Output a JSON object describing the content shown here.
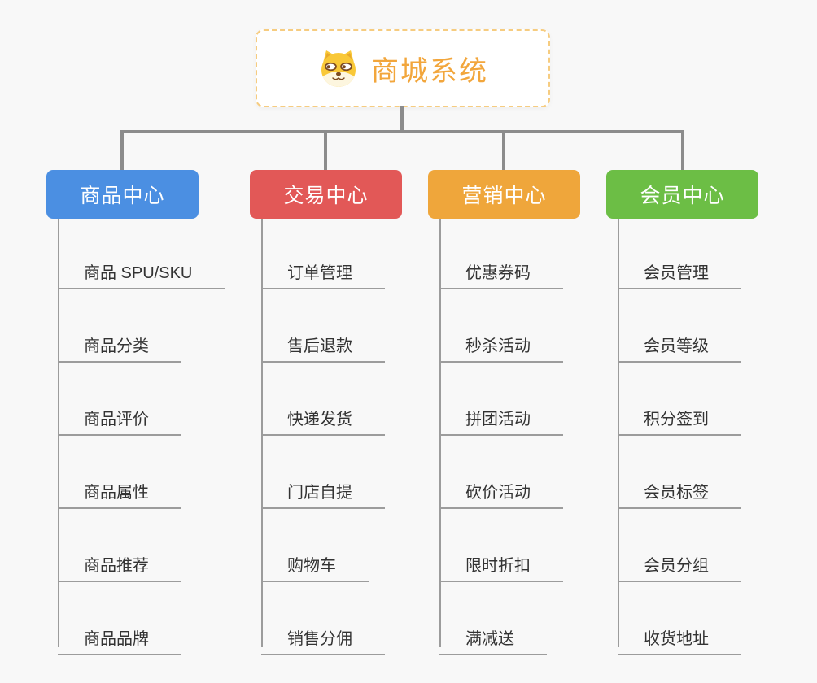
{
  "root": {
    "title": "商城系统",
    "icon": "dog-face-icon",
    "accent_color": "#F2A63C",
    "border_color": "#F6CC80"
  },
  "connector_color": "#8C8C8C",
  "tree_line_color": "#9C9C9C",
  "item_text_color": "#333333",
  "background_color": "#F8F8F8",
  "branches": [
    {
      "label": "商品中心",
      "color": "#4B8FE2",
      "items": [
        "商品 SPU/SKU",
        "商品分类",
        "商品评价",
        "商品属性",
        "商品推荐",
        "商品品牌"
      ]
    },
    {
      "label": "交易中心",
      "color": "#E25857",
      "items": [
        "订单管理",
        "售后退款",
        "快递发货",
        "门店自提",
        "购物车",
        "销售分佣"
      ]
    },
    {
      "label": "营销中心",
      "color": "#EFA63B",
      "items": [
        "优惠券码",
        "秒杀活动",
        "拼团活动",
        "砍价活动",
        "限时折扣",
        "满减送"
      ]
    },
    {
      "label": "会员中心",
      "color": "#6CBE45",
      "items": [
        "会员管理",
        "会员等级",
        "积分签到",
        "会员标签",
        "会员分组",
        "收货地址"
      ]
    }
  ]
}
